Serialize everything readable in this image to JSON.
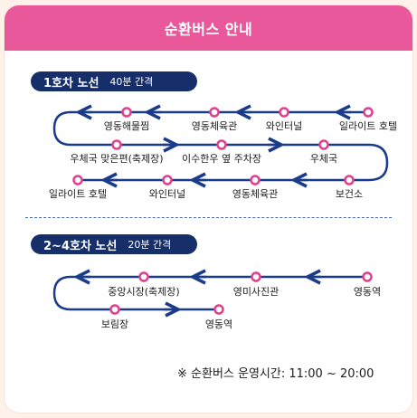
{
  "header": {
    "title": "순환버스 안내"
  },
  "route1": {
    "name": "1호차 노선",
    "interval": "40분 간격",
    "stops": {
      "s1": "일라이트 호텔",
      "s2": "와인터널",
      "s3": "영동체육관",
      "s4": "영동해물찜",
      "s5": "우체국 맞은편(축제장)",
      "s6": "이수한우 옆 주차장",
      "s7": "우체국",
      "s8": "보건소",
      "s9": "영동체육관",
      "s10": "와인터널",
      "s11": "일라이트 호텔"
    }
  },
  "route2": {
    "name": "2~4호차 노선",
    "interval": "20분 간격",
    "stops": {
      "s1": "영동역",
      "s2": "영미사진관",
      "s3": "중앙시장(축제장)",
      "s4": "보림장",
      "s5": "영동역"
    }
  },
  "footer": {
    "note": "※ 순환버스 운영시간: 11:00 ~ 20:00"
  },
  "colors": {
    "header": "#e8589b",
    "pill": "#162f6b",
    "route": "#1a3a8a",
    "stop_ring": "#e23f8c"
  }
}
